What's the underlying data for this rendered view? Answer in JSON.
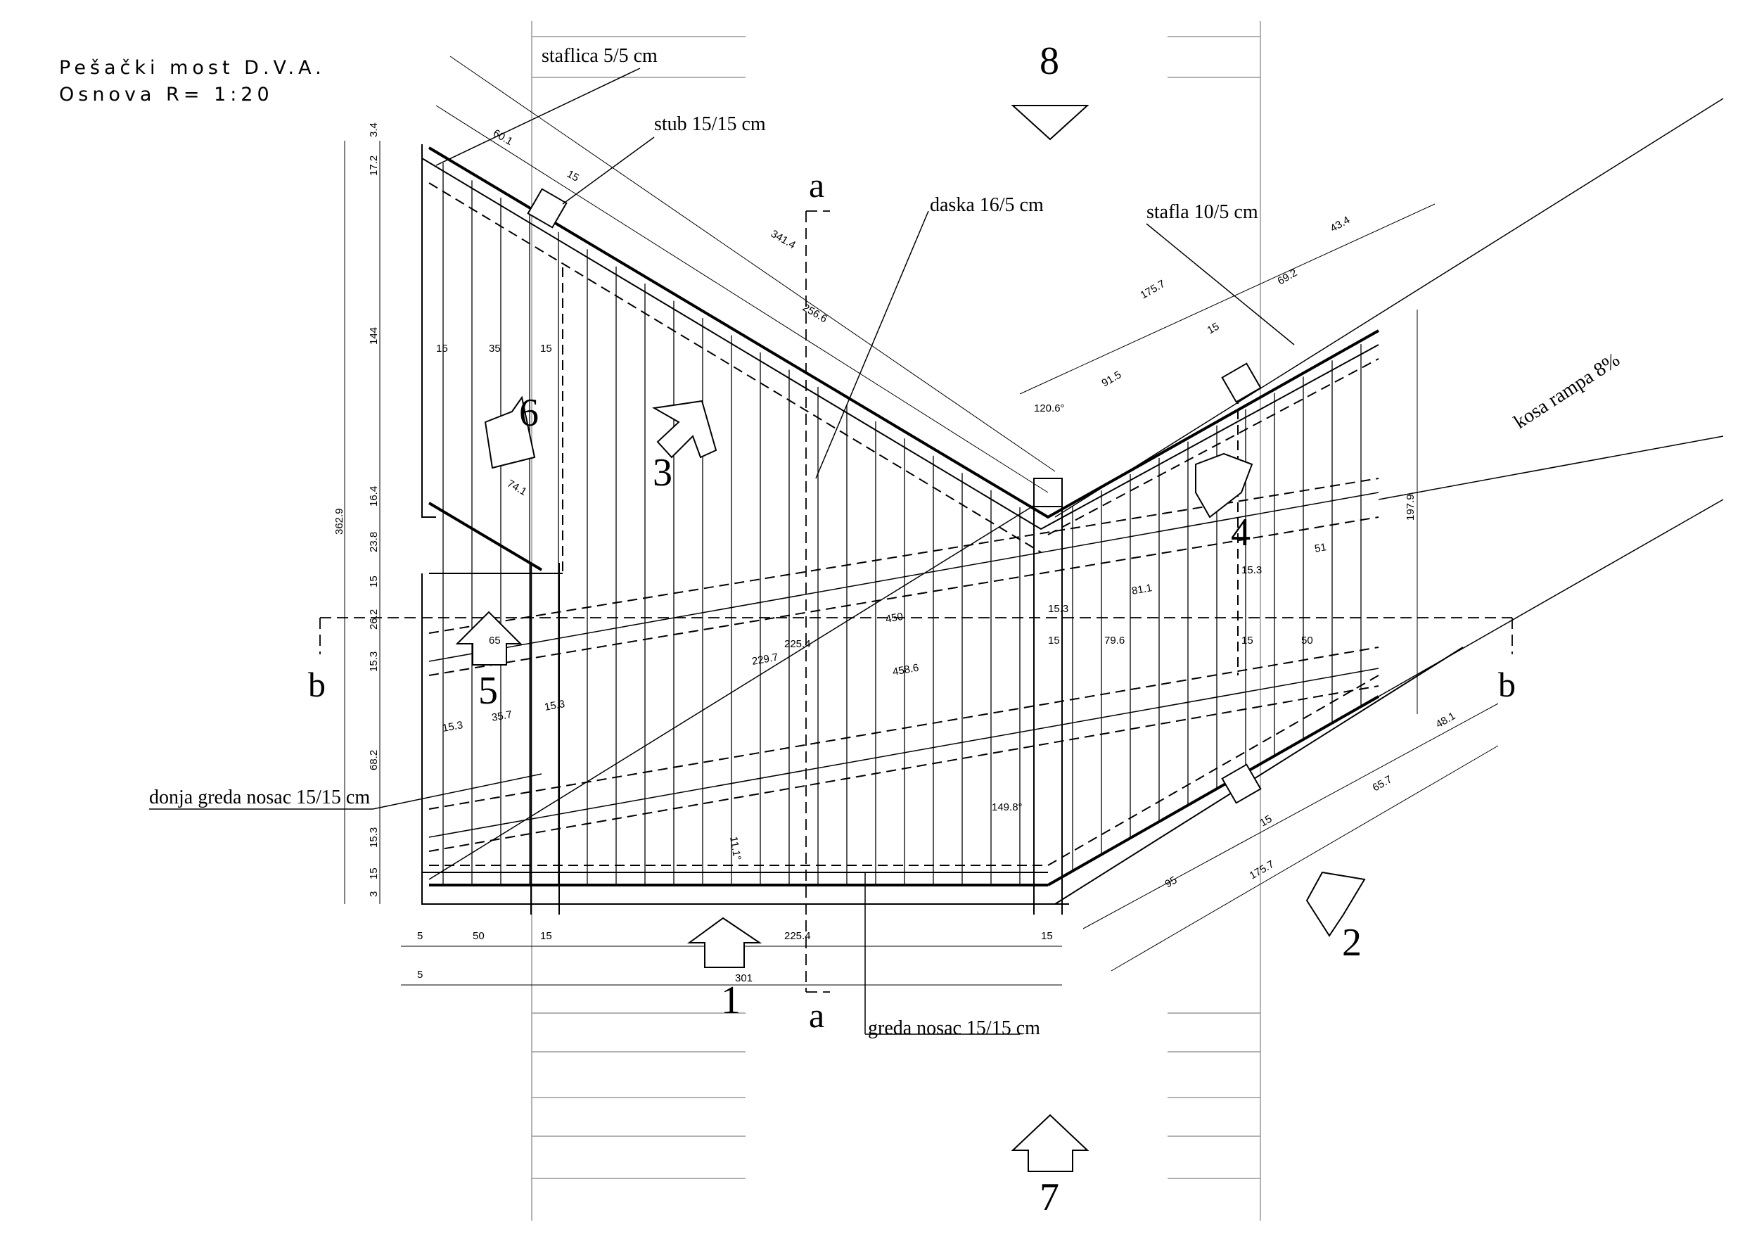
{
  "title": {
    "line1": "Pešački most D.V.A.",
    "line2": "Osnova R= 1:20"
  },
  "labels": {
    "staflica": "staflica  5/5 cm",
    "stub": "stub 15/15 cm",
    "daska": "daska 16/5 cm",
    "stafla": "stafla 10/5 cm",
    "kosa_rampa": "kosa rampa 8%",
    "donja_greda": "donja greda nosac 15/15 cm",
    "greda_nosac": "greda nosac 15/15 cm"
  },
  "view_numbers": [
    "1",
    "2",
    "3",
    "4",
    "5",
    "6",
    "7",
    "8"
  ],
  "sections": {
    "a": "a",
    "b": "b"
  },
  "dimensions": {
    "left_vertical": [
      "3.4",
      "17.2",
      "144",
      "16.4",
      "23.8",
      "15",
      "26.2",
      "15.3",
      "68.2",
      "15.3",
      "15",
      "3",
      "362.9"
    ],
    "bottom": [
      "5",
      "50",
      "15",
      "225.4",
      "15",
      "5",
      "301"
    ],
    "interior": [
      "15",
      "35",
      "15",
      "60.1",
      "15",
      "341.4",
      "256.6",
      "74.1",
      "65",
      "15.3",
      "35.7",
      "15.3",
      "225.4",
      "229.7",
      "450",
      "458.6",
      "11.1°",
      "15.3",
      "15",
      "79.6",
      "81.1",
      "15.3",
      "51",
      "15",
      "50",
      "120.6°",
      "91.5",
      "15",
      "175.7",
      "69.2",
      "43.4",
      "197.9",
      "149.8°",
      "95",
      "15",
      "175.7",
      "65.7",
      "48.1"
    ]
  }
}
